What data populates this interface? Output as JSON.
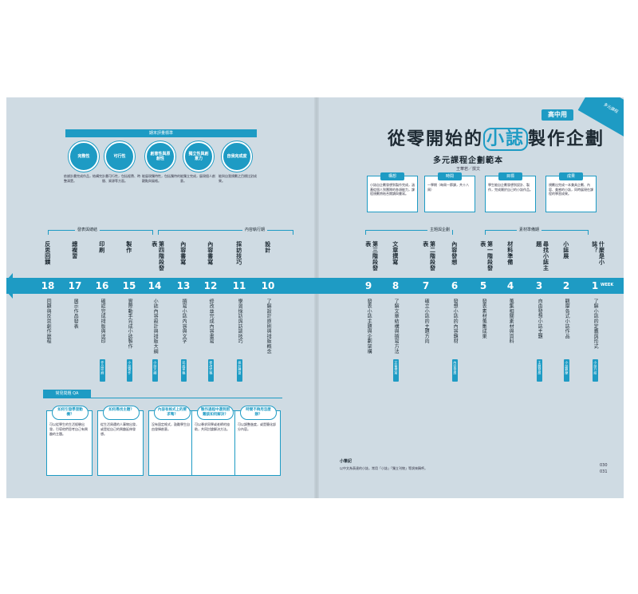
{
  "header": {
    "level_tag": "高中用",
    "title_pre": "從零開始的",
    "title_highlight": "小誌",
    "title_post": "製作企劃",
    "subtitle": "多元課程企劃範本",
    "author": "王華若／撰文",
    "corner_tag": "多元課程"
  },
  "concepts": [
    {
      "label": "構想",
      "text": "小誌自企劃發想到製作完成，涵蓋從個人到團隊的各項能力，課程規劃將結合閱讀與書寫。"
    },
    {
      "label": "時間",
      "text": "一學期（每周一節課，共十八周）"
    },
    {
      "label": "目標",
      "text": "學生能自企劃發想到設計、製作，完成屬於自己的小誌作品。"
    },
    {
      "label": "成果",
      "text": "規劃出完成一本兼具企劃、內容、美感的小誌，同時展現在課程的學習成果。"
    }
  ],
  "rubric": {
    "banner": "期末評量標準",
    "items": [
      {
        "name": "完整性",
        "desc": "依據計畫完成作品，結構完整清楚。"
      },
      {
        "name": "可行性",
        "desc": "計畫可行性，包括經費、時間、資源等方面。"
      },
      {
        "name": "創意性與原創性",
        "desc": "能展現獨特性，包括獨特的觀點與風格。"
      },
      {
        "name": "獨立性與創意力",
        "desc": "能獨立完成，展現個人創意。"
      },
      {
        "name": "自我完成度",
        "desc": "能與自我規劃之目標比對成果。"
      }
    ]
  },
  "phases": [
    {
      "label": "發表與總結"
    },
    {
      "label": "內容執行期"
    },
    {
      "label": "主題與企劃"
    },
    {
      "label": "素材準備期"
    }
  ],
  "timeline": {
    "week_label": "WEEK",
    "weeks": [
      {
        "n": "18",
        "top": "反思回饋",
        "desc": "回顧與反思創作歷程"
      },
      {
        "n": "17",
        "top": "總複習",
        "desc": "展示作品發表"
      },
      {
        "n": "16",
        "top": "印刷",
        "desc": "確認完成排版與送印",
        "tag": "作品印刷"
      },
      {
        "n": "15",
        "top": "製作",
        "desc": "實際動手完成小誌製作",
        "tag": "小誌實作"
      },
      {
        "n": "14",
        "top": "第四階段發表",
        "desc": "小誌內容設計與排版大綱",
        "tag": "小誌大綱"
      },
      {
        "n": "13",
        "top": "內容書寫",
        "desc": "撰寫小誌內容與文字",
        "tag": "完成草稿"
      },
      {
        "n": "12",
        "top": "內容書寫",
        "desc": "修改並完成內容書寫",
        "tag": "修改完稿"
      },
      {
        "n": "11",
        "top": "採訪技巧",
        "desc": "學習採訪與訪談技巧",
        "tag": "採訪練習"
      },
      {
        "n": "10",
        "top": "設計",
        "desc": "了解設計原則與排版概念"
      },
      {
        "n": "9",
        "top": "第三階段發表",
        "desc": "發表小誌主題與企劃架構"
      },
      {
        "n": "8",
        "top": "文章撰寫",
        "desc": "了解文章結構與撰寫方法",
        "tag": "文章撰寫"
      },
      {
        "n": "7",
        "top": "第二階段發表",
        "desc": "確立小誌的主題方向"
      },
      {
        "n": "6",
        "top": "內容發想",
        "desc": "發想小誌的內容題材",
        "tag": "內容發想"
      },
      {
        "n": "5",
        "top": "第一階段發表",
        "desc": "發表素材蒐集成果"
      },
      {
        "n": "4",
        "top": "材料準備",
        "desc": "蒐集相關素材與資料"
      },
      {
        "n": "3",
        "top": "尋找小誌主題",
        "desc": "自由發想小誌主題",
        "tag": "主題發想"
      },
      {
        "n": "2",
        "top": "小誌展",
        "desc": "觀摩各式小誌作品",
        "tag": "小誌觀摩"
      },
      {
        "n": "1",
        "top": "什麼是小誌？",
        "desc": "了解小誌的定義與形式",
        "tag": "小誌介紹"
      }
    ]
  },
  "qa": {
    "title": "常見問題 QA",
    "items": [
      {
        "q": "如何引發學習動機？",
        "a": "可以從學生的生活經驗出發，引導他們思考自己有興趣的主題。"
      },
      {
        "q": "如何尋找主題？",
        "a": "從生活周遭的人事物出發，或是從自己的興趣延伸發想。"
      },
      {
        "q": "內容有格式上的要求嗎？",
        "a": "沒有固定格式，鼓勵學生自由發揮創意。"
      },
      {
        "q": "製作過程中遇到困難該如何解決？",
        "a": "可以尋求同學或老師的協助，共同討論解決方法。"
      },
      {
        "q": "時間不夠用怎麼辦？",
        "a": "可以調整進度，或是簡化部分內容。"
      }
    ]
  },
  "vocab": {
    "title": "小筆記",
    "text": "以中文為表達的小誌，常用「小誌」「獨立刊物」等詞來稱呼。"
  },
  "page_numbers": [
    "030",
    "031"
  ]
}
